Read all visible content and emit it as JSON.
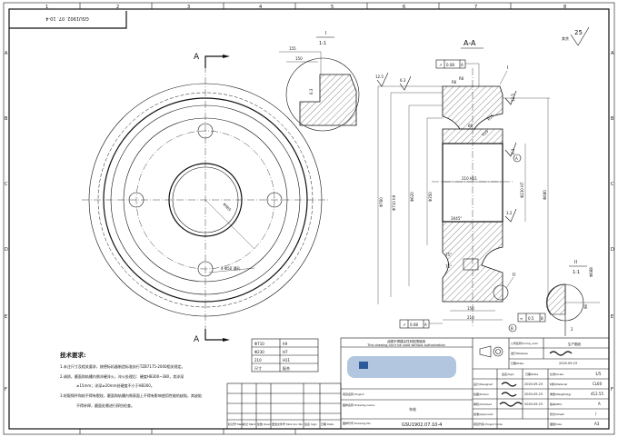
{
  "sheet": {
    "columns": [
      "1",
      "2",
      "3",
      "4",
      "5",
      "6",
      "7",
      "8"
    ],
    "rows": [
      "A",
      "B",
      "C",
      "D",
      "E",
      "F"
    ],
    "corner_code": "GSU1902. 07. 10-4"
  },
  "front_view": {
    "section_label": "A",
    "dims": {
      "bolt_circle": "Φ465",
      "holes": "4-Φ50 通孔"
    }
  },
  "detail_I": {
    "label": "I",
    "scale": "1:1",
    "dims": [
      "155",
      "150",
      "6.3"
    ]
  },
  "section_AA": {
    "title": "A-A",
    "roughness_general": "25",
    "roughness_general_label": "其余",
    "roughness": [
      "12.5",
      "6.3",
      "12.5",
      "6.3",
      "3.2"
    ],
    "radii": [
      "R6",
      "R6",
      "R25",
      "R25"
    ],
    "dims": [
      "Φ760",
      "Φ710 h9",
      "Φ620",
      "Φ350",
      "210 H11",
      "Φ230 H7",
      "Φ680",
      "3X45°",
      "66",
      "150",
      "210",
      "75°",
      "75°"
    ],
    "tolerance_runout_top": {
      "symbol": "↗",
      "value": "0.08",
      "datum": "A"
    },
    "tolerance_runout_bottom": {
      "symbol": "↗",
      "value": "0.08",
      "datum": "A"
    },
    "tolerance_symmetry": {
      "symbol": "≡",
      "value": "0.5",
      "datum": "B"
    },
    "datum_a": "A",
    "datum_b": "B",
    "detail_ref_I": "I",
    "detail_ref_II": "II"
  },
  "detail_II": {
    "label": "II",
    "scale": "1:1",
    "dims": [
      "Φ688",
      "96",
      "2"
    ]
  },
  "fit_table": {
    "rows": [
      [
        "Φ710",
        "h9"
      ],
      [
        "Φ230",
        "H7"
      ],
      [
        "210",
        "H11"
      ],
      [
        "尺寸",
        "配合"
      ]
    ]
  },
  "tech_requirements": {
    "title": "技术要求:",
    "items": [
      "1.未注尺寸及相关要求，按德标机器制造标准执行TZB7175-2000相关规定。",
      "2.调质，磨面和轨槽内侧淬硬淬火，淬火处理后：硬度HB300~380，其淬深",
      "≥15mm；淬深≥20mm处硬度不小于HB260。",
      "3.轮毂铸件和轮不得有裂纹，磨面和轨槽内侧表面上不得有影响使用性能的缺陷，其缺陷",
      "不得补焊，磨面处需进行探伤检查。"
    ]
  },
  "revision_table": {
    "headers": [
      "标记号 Mark",
      "标记 Mark",
      "处数 Quan",
      "更改文件号 Mod.doc.No",
      "签名 Sign",
      "日期 Date"
    ]
  },
  "title_block": {
    "warning_cn": "此图不得建议任何权限使用",
    "warning_en": "This drawing can't be used without authorization",
    "project_label": "项目名称 Project:",
    "drawing_name_label": "图样名称 Drawing name:",
    "drawing_name": "车轮",
    "drawing_no_label": "图样代号 Drawing No:",
    "drawing_no": "GSU1902.07.10-4",
    "project_code_label": "项目代码 Project Code",
    "sign_header": "签名/Sign",
    "date_header": "日期/Date",
    "designed_label": "设计/Designed",
    "drawn_label": "绘图/Drawn",
    "checked_label": "审核/Checked",
    "approved_label": "批准/Approved",
    "designed_date": "2020.09.23",
    "drawn_date": "2020.09.23",
    "checked_date": "2020.09.23",
    "company_label": "公司名称/Comp_nam",
    "company": "生产图纸",
    "release_label": "发行/Release",
    "date_label": "日期/Date",
    "date": "2020.09.23",
    "scale_label": "比例/Scale",
    "scale": "1/5",
    "material_label": "材料/Material",
    "material": "CL60",
    "weight_label": "重量/Weight(kg)",
    "weight": "412.55",
    "revision_label": "版本/REV.",
    "revision": "A",
    "sheet_label": "张次/Sheet",
    "sheet": "/",
    "size_label": "图幅/Size",
    "size": "A3"
  }
}
